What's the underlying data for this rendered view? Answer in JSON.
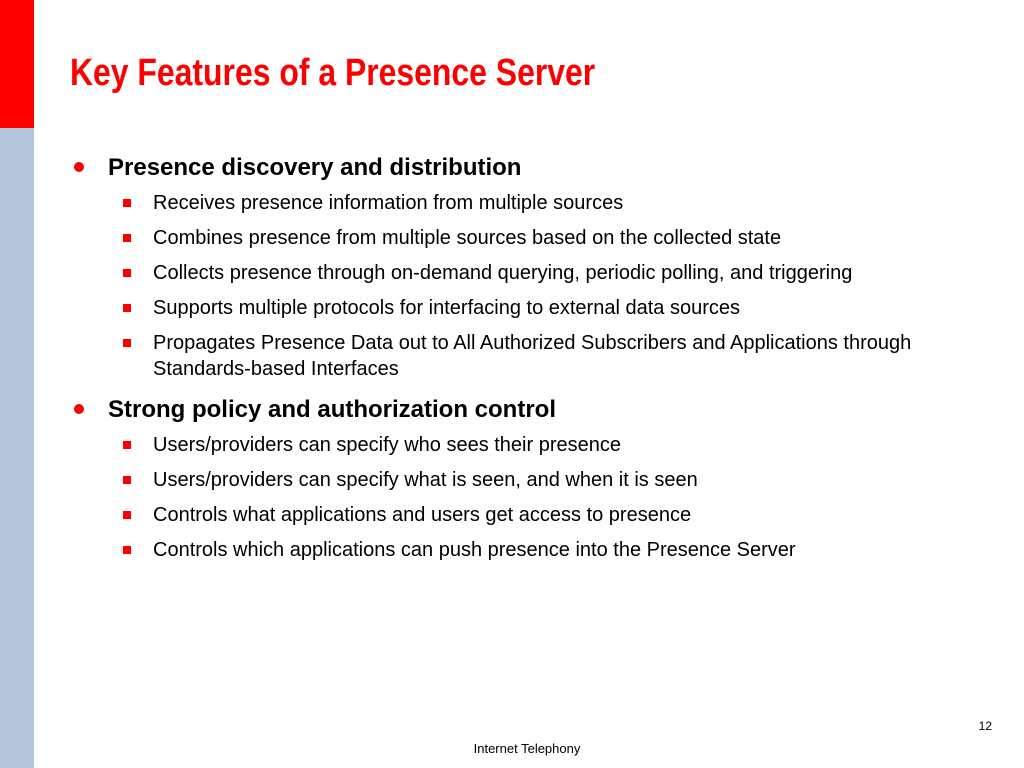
{
  "title": "Key Features of a Presence Server",
  "sections": [
    {
      "heading": "Presence discovery and distribution",
      "items": [
        "Receives presence information from multiple sources",
        "Combines presence from multiple sources based on the collected state",
        "Collects presence through on-demand querying, periodic polling, and triggering",
        "Supports multiple protocols for interfacing to external data sources",
        "Propagates Presence Data out to All Authorized Subscribers and Applications through Standards-based Interfaces"
      ]
    },
    {
      "heading": "Strong policy and authorization control",
      "items": [
        "Users/providers can specify who sees their presence",
        "Users/providers can specify what is seen, and when it is seen",
        "Controls what applications and users get access to presence",
        "Controls which applications can push presence into the Presence Server"
      ]
    }
  ],
  "page_number": "12",
  "footer": "Internet Telephony",
  "colors": {
    "accent_red": "#ff0000",
    "sidebar_blue": "#b7c5dc"
  }
}
